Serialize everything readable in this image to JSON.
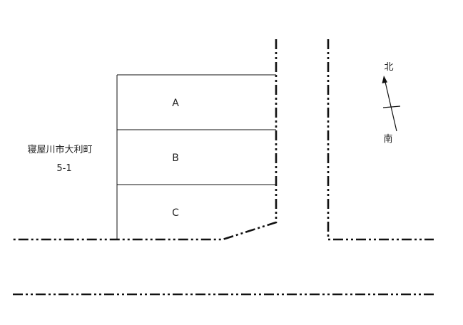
{
  "address": {
    "line1": "寝屋川市大利町",
    "line2": "5-1"
  },
  "lots": [
    {
      "label": "A"
    },
    {
      "label": "B"
    },
    {
      "label": "C"
    }
  ],
  "compass": {
    "north": "北",
    "south": "南"
  }
}
